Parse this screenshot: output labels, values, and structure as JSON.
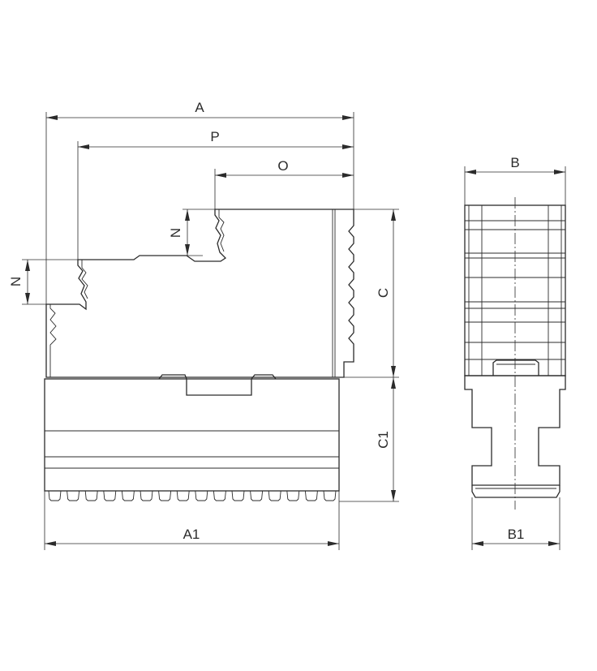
{
  "dimensions": {
    "A": "A",
    "P": "P",
    "O": "O",
    "N_upper": "N",
    "N_lower": "N",
    "C": "C",
    "C1": "C1",
    "A1": "A1",
    "B": "B",
    "B1": "B1"
  }
}
